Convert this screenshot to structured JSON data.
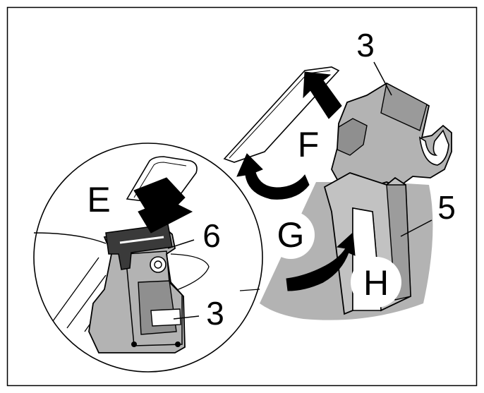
{
  "figure": {
    "callouts": {
      "part_3_top": "3",
      "part_5": "5",
      "part_6": "6",
      "part_3_detail": "3"
    },
    "step_labels": {
      "e": "E",
      "f": "F",
      "g": "G",
      "h": "H"
    },
    "colors": {
      "stroke": "#000000",
      "part_fill": "#b3b3b3",
      "part_dark": "#8f8f8f",
      "background": "#ffffff"
    }
  }
}
